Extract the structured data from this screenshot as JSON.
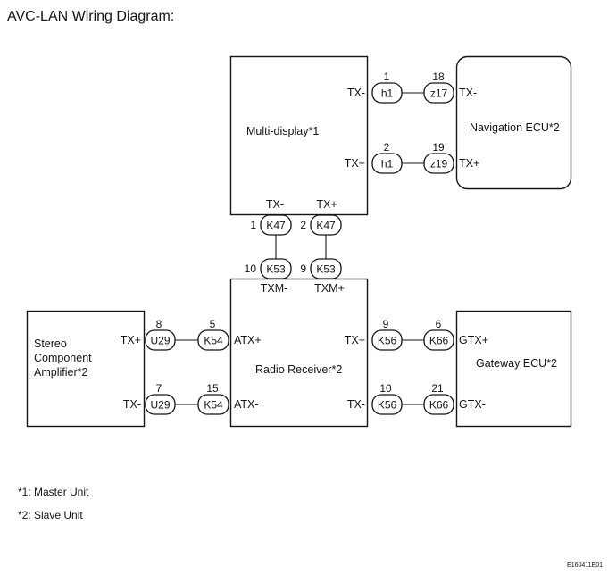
{
  "title": "AVC-LAN Wiring Diagram:",
  "components": {
    "multi_display": "Multi-display*1",
    "navigation_ecu": "Navigation ECU*2",
    "radio_receiver": "Radio Receiver*2",
    "stereo_component_amplifier": [
      "Stereo",
      "Component",
      "Amplifier*2"
    ],
    "gateway_ecu": "Gateway ECU*2"
  },
  "links": {
    "md_nav_tx_minus": {
      "from_terminal": "TX-",
      "from_connector": "h1",
      "from_pin": "1",
      "to_connector": "z17",
      "to_pin": "18",
      "to_terminal": "TX-"
    },
    "md_nav_tx_plus": {
      "from_terminal": "TX+",
      "from_connector": "h1",
      "from_pin": "2",
      "to_connector": "z19",
      "to_pin": "19",
      "to_terminal": "TX+"
    },
    "md_radio_minus": {
      "from_terminal": "TX-",
      "from_connector": "K47",
      "from_pin": "1",
      "to_connector": "K53",
      "to_pin": "10",
      "to_terminal": "TXM-"
    },
    "md_radio_plus": {
      "from_terminal": "TX+",
      "from_connector": "K47",
      "from_pin": "2",
      "to_connector": "K53",
      "to_pin": "9",
      "to_terminal": "TXM+"
    },
    "amp_radio_plus": {
      "from_terminal": "TX+",
      "from_connector": "U29",
      "from_pin": "8",
      "to_connector": "K54",
      "to_pin": "5",
      "to_terminal": "ATX+"
    },
    "amp_radio_minus": {
      "from_terminal": "TX-",
      "from_connector": "U29",
      "from_pin": "7",
      "to_connector": "K54",
      "to_pin": "15",
      "to_terminal": "ATX-"
    },
    "radio_gw_plus": {
      "from_terminal": "TX+",
      "from_connector": "K56",
      "from_pin": "9",
      "to_connector": "K66",
      "to_pin": "6",
      "to_terminal": "GTX+"
    },
    "radio_gw_minus": {
      "from_terminal": "TX-",
      "from_connector": "K56",
      "from_pin": "10",
      "to_connector": "K66",
      "to_pin": "21",
      "to_terminal": "GTX-"
    }
  },
  "footnotes": [
    "*1: Master Unit",
    "*2: Slave Unit"
  ],
  "drawing_number": "E160411E01"
}
